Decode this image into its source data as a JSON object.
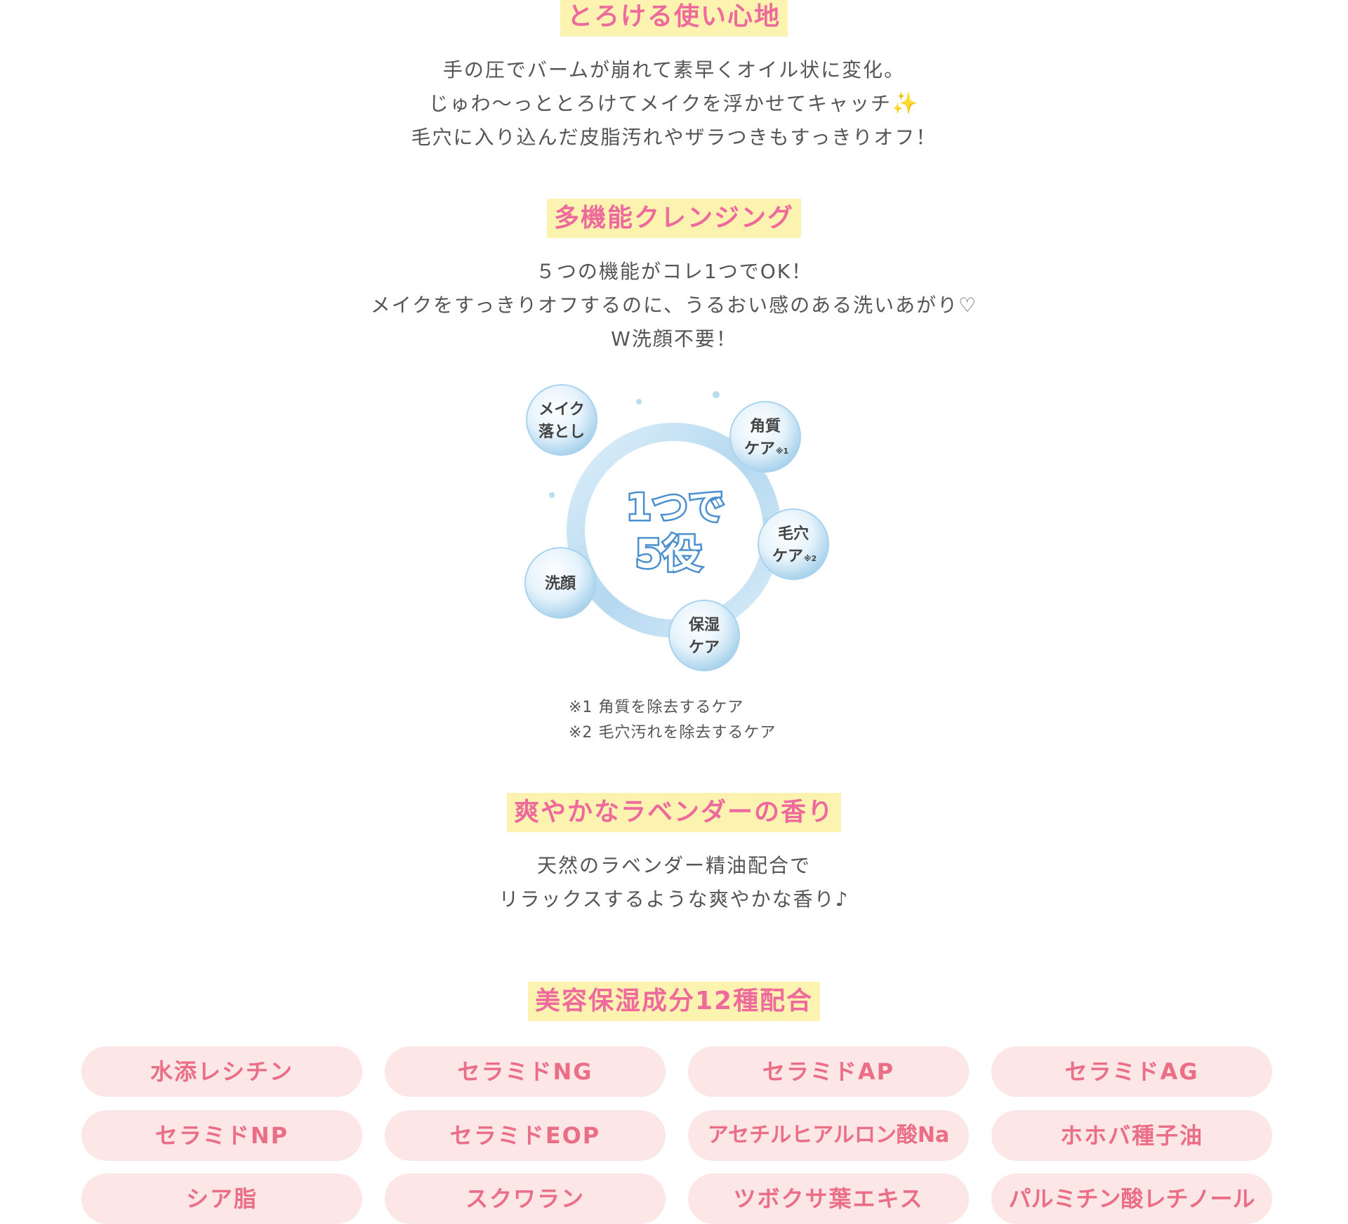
{
  "sections": [
    {
      "heading": "とろける使い心地",
      "lines": [
        "手の圧でバームが崩れて素早くオイル状に変化。",
        "じゅわ〜っととろけてメイクを浮かせてキャッチ",
        "毛穴に入り込んだ皮脂汚れやザラつきもすっきりオフ！"
      ],
      "sparkle": "✨"
    },
    {
      "heading": "多機能クレンジング",
      "lines": [
        "５つの機能がコレ1つでOK！",
        "メイクをすっきりオフするのに、うるおい感のある洗いあがり♡",
        "W洗顔不要！"
      ]
    },
    {
      "heading": "爽やかなラベンダーの香り",
      "lines": [
        "天然のラベンダー精油配合で",
        "リラックスするような爽やかな香り♪"
      ]
    },
    {
      "heading": "美容保湿成分12種配合"
    }
  ],
  "diagram": {
    "center_line1": "1つで",
    "center_line2": "5役",
    "bubbles": [
      {
        "line1": "メイク",
        "line2": "落とし",
        "note": ""
      },
      {
        "line1": "角質",
        "line2": "ケア",
        "note": "※1"
      },
      {
        "line1": "毛穴",
        "line2": "ケア",
        "note": "※2"
      },
      {
        "line1": "保湿",
        "line2": "ケア",
        "note": ""
      },
      {
        "line1": "洗顔",
        "line2": "",
        "note": ""
      }
    ]
  },
  "footnotes": [
    "※1 角質を除去するケア",
    "※2 毛穴汚れを除去するケア"
  ],
  "ingredients": [
    "水添レシチン",
    "セラミドNG",
    "セラミドAP",
    "セラミドAG",
    "セラミドNP",
    "セラミドEOP",
    "アセチルヒアルロン酸Na",
    "ホホバ種子油",
    "シア脂",
    "スクワラン",
    "ツボクサ葉エキス",
    "パルミチン酸レチノール"
  ],
  "colors": {
    "heading_text": "#ef6a9c",
    "heading_bg": "#fdf3b0",
    "pill_bg": "#fde6e6",
    "pill_text": "#ea6e86",
    "body_text": "#555555"
  }
}
